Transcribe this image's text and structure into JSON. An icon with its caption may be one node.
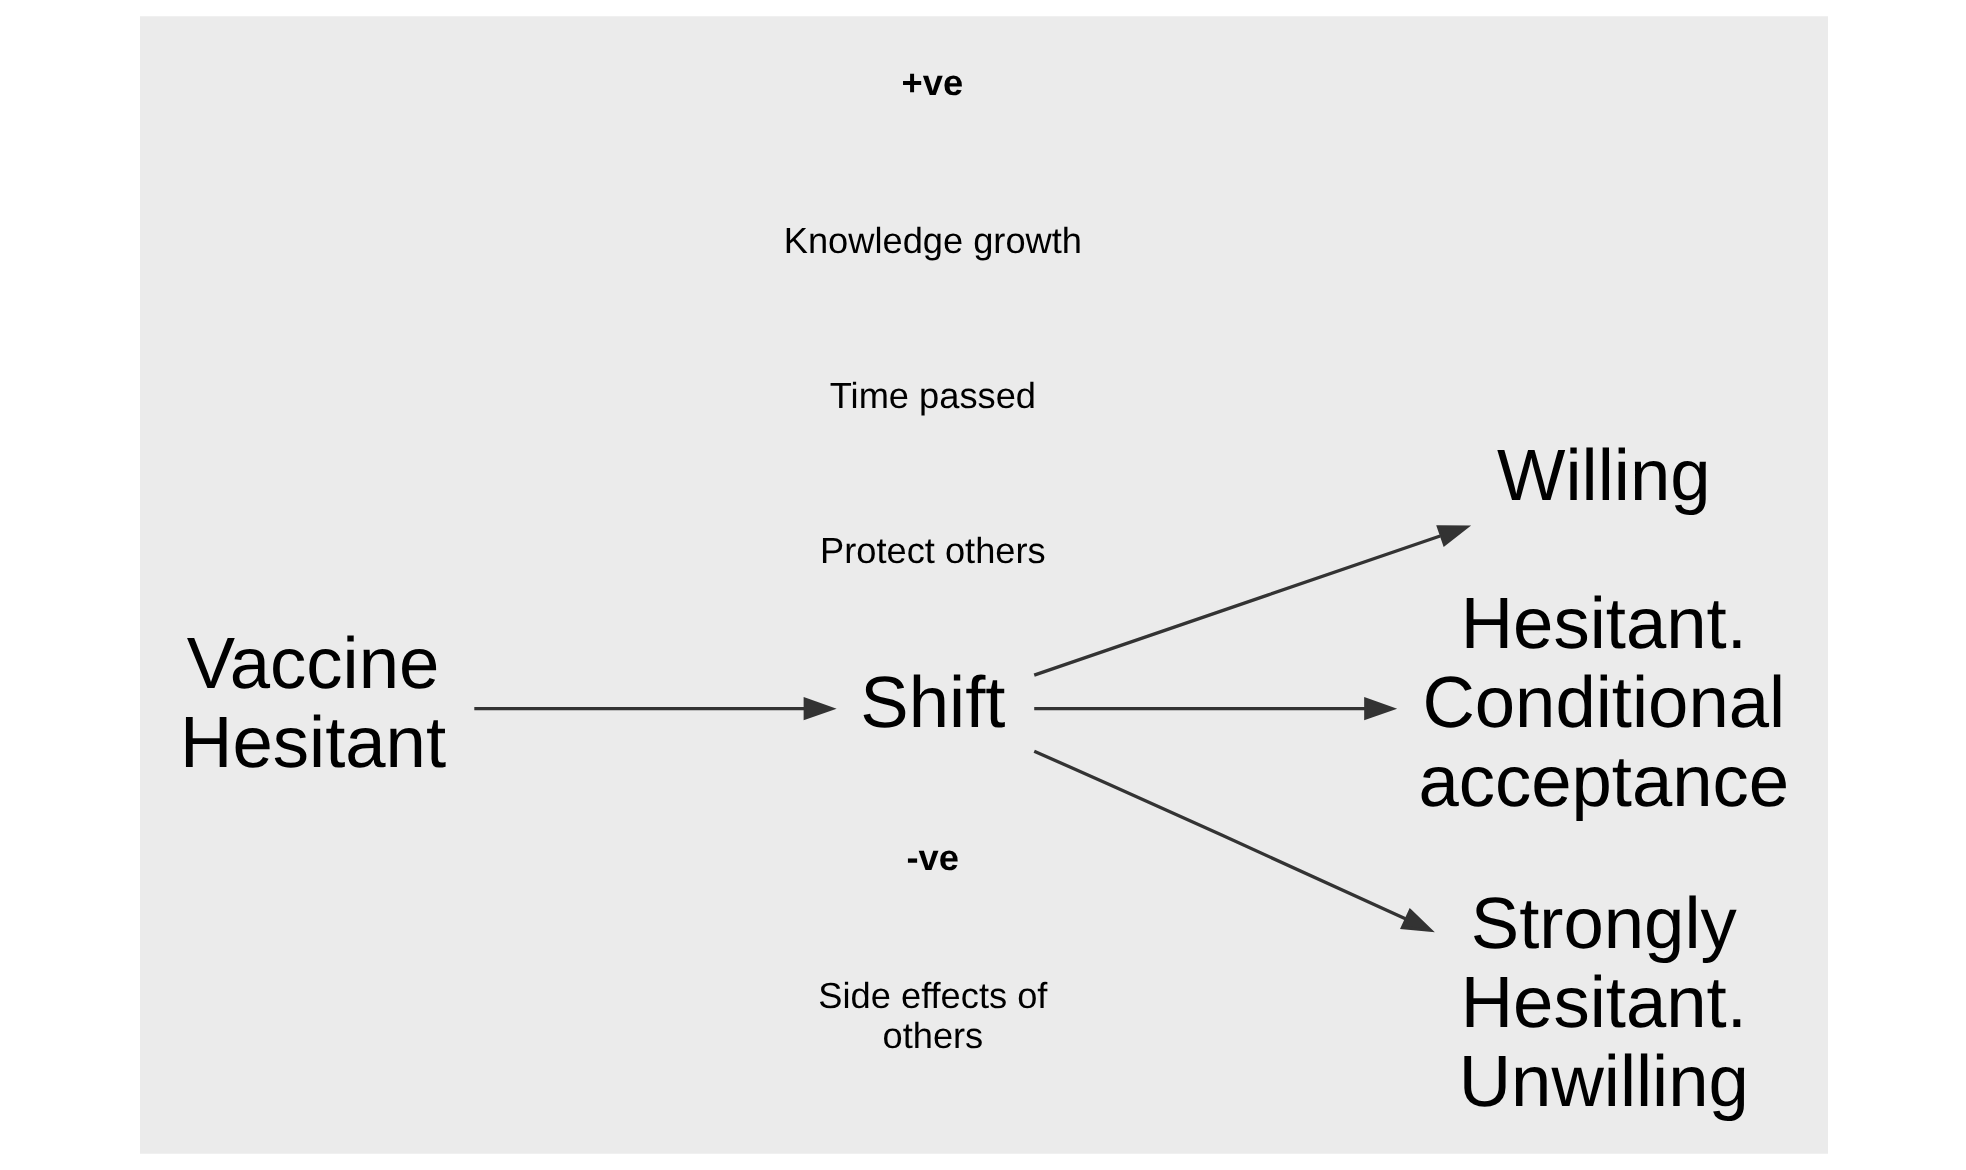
{
  "diagram": {
    "nodes": [
      {
        "text": [
          "Vaccine Hesitant"
        ]
      },
      {
        "text": [
          "Shift"
        ]
      },
      {
        "text": [
          "Willing"
        ]
      },
      {
        "text": [
          "Hesitant. Conditional acceptance"
        ]
      },
      {
        "text": [
          "Strongly Hesitant. Unwilling"
        ]
      }
    ],
    "edges": [
      {
        "from": 0,
        "to": 1,
        "arrow": "to"
      },
      {
        "from": 1,
        "to": 2,
        "arrow": "to"
      },
      {
        "from": 1,
        "to": 3,
        "arrow": "to"
      },
      {
        "from": 1,
        "to": 4,
        "arrow": "to"
      }
    ],
    "labels": [
      "+ve",
      "Knowledge growth",
      "Time passed",
      "Protect others",
      "-ve",
      "Side effects of others"
    ]
  }
}
